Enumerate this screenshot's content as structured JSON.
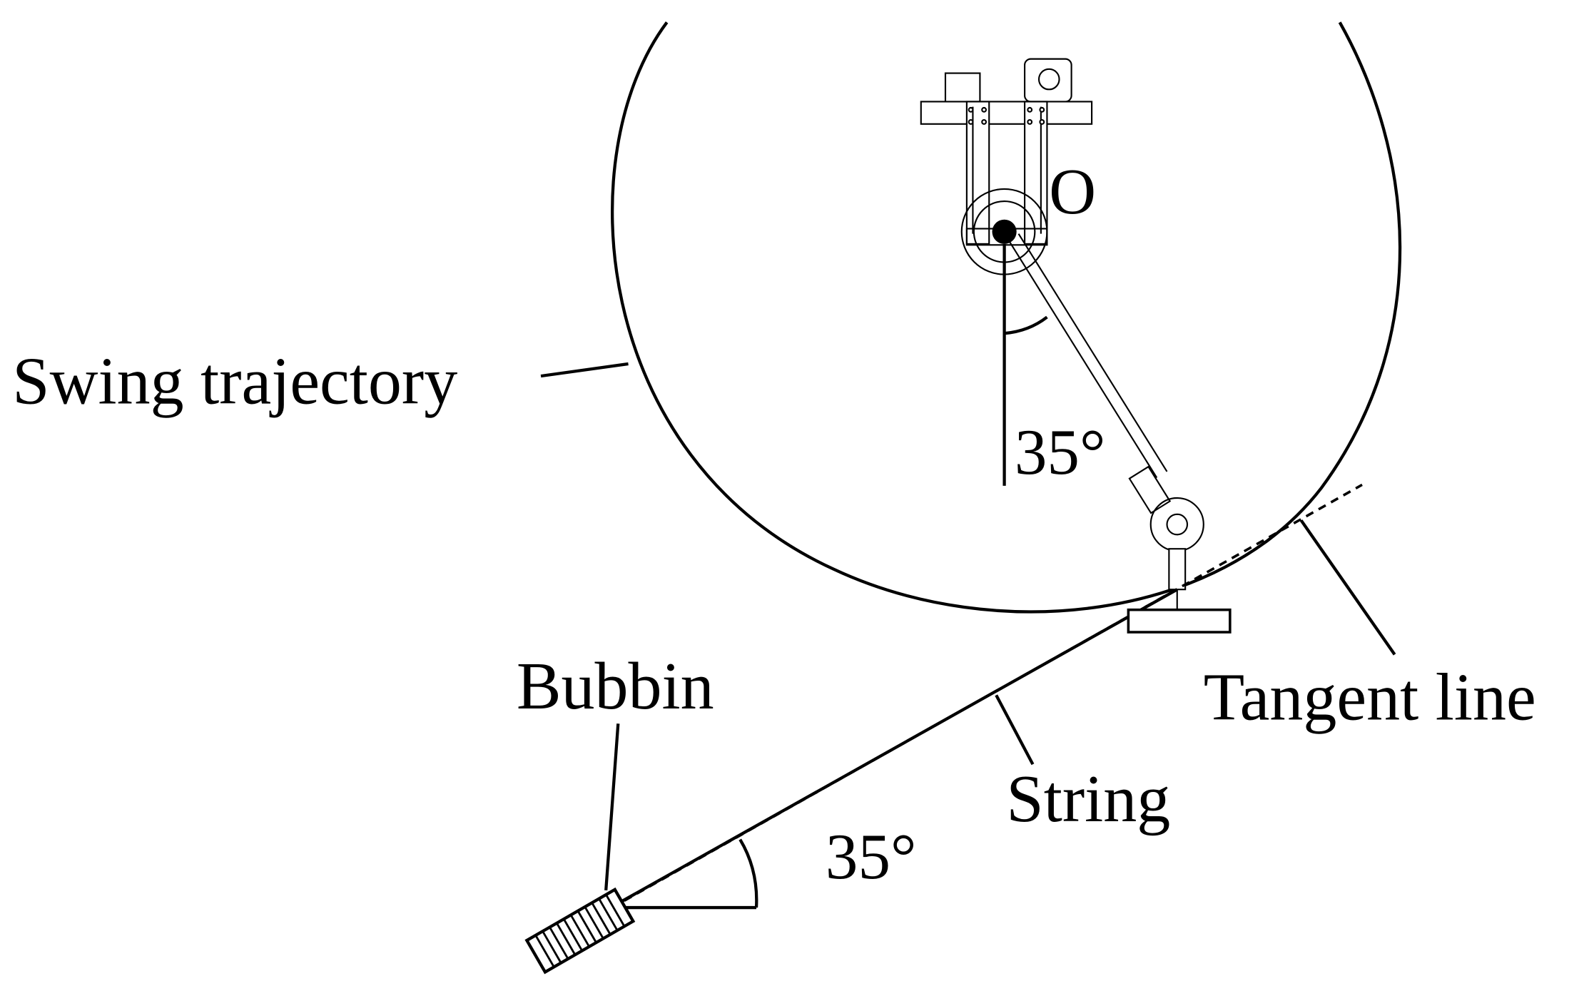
{
  "labels": {
    "origin": "O",
    "swing_trajectory": "Swing trajectory",
    "angle_top": "35°",
    "bubbin": "Bubbin",
    "string": "String",
    "tangent_line": "Tangent line",
    "angle_bottom": "35°"
  },
  "colors": {
    "stroke": "#000000",
    "background": "#ffffff"
  }
}
